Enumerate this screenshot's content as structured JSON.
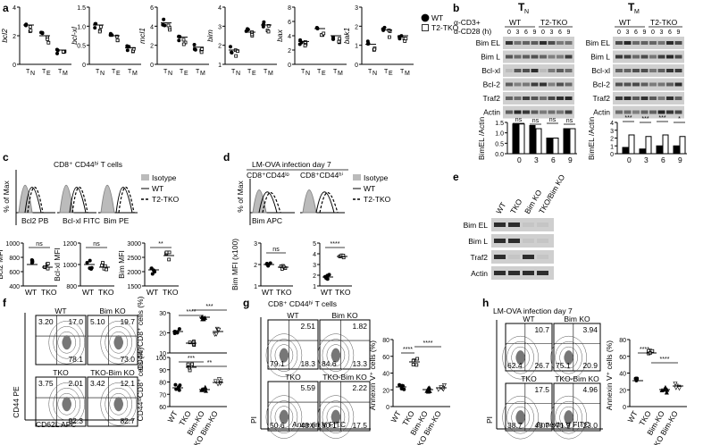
{
  "panels": {
    "a": {
      "label": "a",
      "genes": [
        "bcl2",
        "bcl-xl",
        "mcl1",
        "bim",
        "bax",
        "bak1"
      ],
      "groups": [
        "N",
        "E",
        "M"
      ],
      "group_prefix": "T",
      "legend": [
        "WT",
        "T2-TKO"
      ],
      "yticks": [
        [
          "4",
          "2",
          "0"
        ],
        [
          "1.5",
          "1.0",
          "0.5",
          "0"
        ],
        [
          "6",
          "4",
          "2",
          "0"
        ],
        [
          "4",
          "3",
          "2",
          "1"
        ],
        [
          "8",
          "6",
          "4",
          "2",
          "0"
        ],
        [
          "3",
          "2",
          "1",
          "0"
        ]
      ]
    },
    "b": {
      "label": "b",
      "titles": [
        "T",
        "T"
      ],
      "subs": [
        "N",
        "M"
      ],
      "stim1": "α-CD3+",
      "stim2": "α-CD28 (h)",
      "genotypes": [
        "WT",
        "T2-TKO"
      ],
      "times": [
        "0",
        "3",
        "6",
        "9"
      ],
      "rows_n": [
        "Bim EL",
        "Bim L",
        "Bcl-xl",
        "Bcl-2",
        "Traf2",
        "Actin"
      ],
      "rows_m": [
        "Bim EL",
        "Bim L",
        "Bcl-xl",
        "Bcl-2",
        "Traf2",
        "Actin"
      ],
      "bar_ylabel": "BimEL /Actin",
      "sig_n": [
        "ns",
        "ns",
        "ns",
        "ns"
      ],
      "sig_m": [
        "***",
        "***",
        "***",
        "*"
      ],
      "yticks_n": [
        "1.5",
        "1.0",
        "0.5",
        "0.0"
      ],
      "yticks_m": [
        "4",
        "3",
        "2",
        "1",
        "0"
      ]
    },
    "c": {
      "label": "c",
      "title": "CD8⁺ CD44ʰⁱ T cells",
      "legend": [
        "Isotype",
        "WT",
        "T2-TKO"
      ],
      "ylabel": "% of Max",
      "xlabels": [
        "Bcl2 PB",
        "Bcl-xl FITC",
        "Bim PE"
      ],
      "mfi_labels": [
        "Bcl2 MFI",
        "Bcl-xl MFI",
        "Bim MFI"
      ],
      "sig": [
        "ns",
        "ns",
        "**"
      ],
      "xcats": [
        "WT",
        "TKO"
      ],
      "yticks": [
        [
          "1000",
          "800",
          "600",
          "400"
        ],
        [
          "1200",
          "1000",
          "800"
        ],
        [
          "3000",
          "2500",
          "2000",
          "1500"
        ]
      ]
    },
    "d": {
      "label": "d",
      "title": "LM-OVA infection day 7",
      "sub1": "CD8⁺CD44ˡᵒ",
      "sub2": "CD8⁺CD44ʰⁱ",
      "legend": [
        "Isotype",
        "WT",
        "T2-TKO"
      ],
      "ylabel": "% of Max",
      "xlabel": "Bim APC",
      "mfi_label": "Bim MFI (x100)",
      "sig": [
        "ns",
        "****"
      ],
      "xcats": [
        "WT",
        "TKO"
      ],
      "yticks": [
        [
          "3",
          "2",
          "1"
        ],
        [
          "5",
          "4",
          "3",
          "2",
          "1"
        ]
      ]
    },
    "e": {
      "label": "e",
      "lanes": [
        "WT",
        "TKO",
        "Bim KO",
        "TKO/Bim KO"
      ],
      "rows": [
        "Bim EL",
        "Bim L",
        "Traf2",
        "Actin"
      ]
    },
    "f": {
      "label": "f",
      "quads": [
        {
          "name": "WT",
          "tl": "3.20",
          "tr": "17.0",
          "br": "78.1"
        },
        {
          "name": "Bim KO",
          "tl": "5.10",
          "tr": "19.7",
          "br": "73.0"
        },
        {
          "name": "TKO",
          "tl": "3.75",
          "tr": "2.01",
          "br": "92.3"
        },
        {
          "name": "TKO-Bim KO",
          "tl": "3.42",
          "tr": "12.1",
          "br": "82.7"
        }
      ],
      "ylabel": "CD44 PE",
      "xlabel": "CD62L APC",
      "graph_ylabels": [
        "CD44ʰⁱCD8⁺ cells (%)",
        "CD44ˡᵒCD8⁺ cells (%)"
      ],
      "sig_top": [
        "****",
        "***"
      ],
      "sig_bot": [
        "***",
        "**"
      ],
      "xcats": [
        "WT",
        "TKO",
        "Bim-KO",
        "TKO Bim-KO"
      ],
      "yticks_top": [
        "30",
        "20",
        "10"
      ],
      "yticks_bot": [
        "100",
        "90",
        "80",
        "70",
        "60"
      ]
    },
    "g": {
      "label": "g",
      "title": "CD8⁺ CD44ʰⁱ T cells",
      "quads": [
        {
          "name": "WT",
          "tr": "2.51",
          "bl": "79.1",
          "br": "18.3"
        },
        {
          "name": "Bim KO",
          "tr": "1.82",
          "bl": "84.6",
          "br": "13.3"
        },
        {
          "name": "TKO",
          "tr": "5.59",
          "bl": "50.6",
          "br": "43.6"
        },
        {
          "name": "TKO-Bim KO",
          "tr": "2.22",
          "bl": "80.1",
          "br": "17.5"
        }
      ],
      "ylabel": "PI",
      "xlabel": "Annexin V FITC",
      "graph_ylabel": "Annexin V⁺ cells (%)",
      "sig": [
        "****",
        "****"
      ],
      "xcats": [
        "WT",
        "TKO",
        "Bim-KO",
        "TKO Bim-KO"
      ],
      "yticks": [
        "80",
        "60",
        "40",
        "20",
        "0"
      ]
    },
    "h": {
      "label": "h",
      "title": "LM-OVA infection day 7",
      "quads": [
        {
          "name": "WT",
          "tr": "10.7",
          "bl": "62.4",
          "br": "26.7"
        },
        {
          "name": "Bim KO",
          "tr": "3.94",
          "bl": "75.1",
          "br": "20.9"
        },
        {
          "name": "TKO",
          "tr": "17.5",
          "bl": "38.7",
          "br": "43.7"
        },
        {
          "name": "TKO-Bim KO",
          "tr": "4.96",
          "bl": "71.9",
          "br": "23.0"
        }
      ],
      "ylabel": "PI",
      "xlabel": "Annexin V FITC",
      "graph_ylabel": "Annexin V⁺ cells (%)",
      "sig": [
        "****",
        "****"
      ],
      "xcats": [
        "WT",
        "TKO",
        "Bim-KO",
        "TKO Bim-KO"
      ],
      "yticks": [
        "80",
        "60",
        "40",
        "20",
        "0"
      ]
    }
  }
}
